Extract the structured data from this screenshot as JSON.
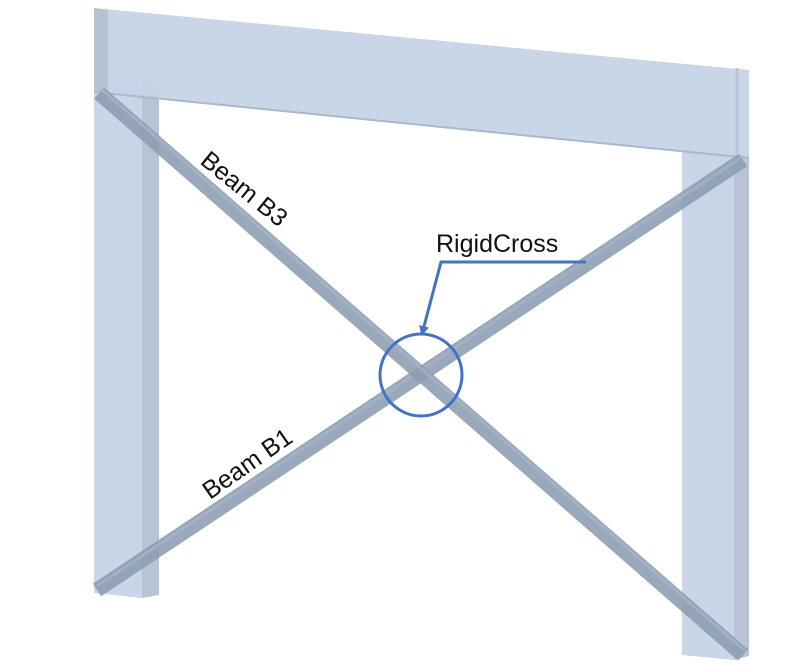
{
  "labels": {
    "beam_b3": "Beam B3",
    "beam_b1": "Beam B1",
    "rigid_cross": "RigidCross"
  },
  "colors": {
    "column_face": "#c5d4e6",
    "column_edge": "#b4c1d1",
    "beam_fill": "#8e9fb2",
    "beam_stroke": "#7a8b9f",
    "annotation": "#4472c4",
    "text": "#111111"
  }
}
